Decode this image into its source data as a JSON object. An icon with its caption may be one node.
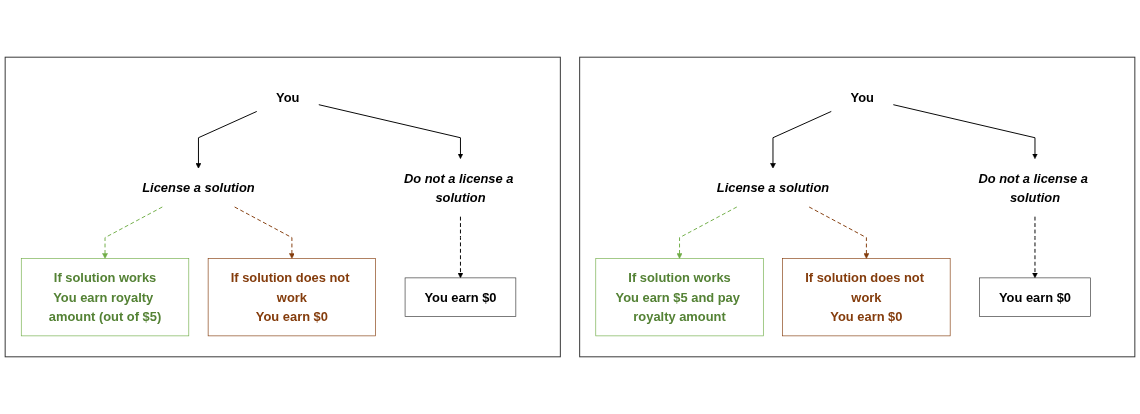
{
  "diagram": {
    "nodes": [
      {
        "text": [],
        "shape": "box"
      },
      {
        "text": [
          "You"
        ],
        "in": 0
      },
      {
        "text": [
          "License a solution"
        ],
        "in": 0
      },
      {
        "text": [
          "Do not a license a solution"
        ],
        "in": 0
      },
      {
        "text": [
          "If solution works",
          "You earn royalty amount (out of $5)"
        ],
        "in": 0
      },
      {
        "text": [
          "If solution does not work",
          "You earn $0"
        ],
        "in": 0
      },
      {
        "text": [
          "You earn $0"
        ],
        "in": 0
      },
      {
        "text": [],
        "shape": "box"
      },
      {
        "text": [
          "You"
        ],
        "in": 7
      },
      {
        "text": [
          "License a solution"
        ],
        "in": 7
      },
      {
        "text": [
          "Do not a license a solution"
        ],
        "in": 7
      },
      {
        "text": [
          "If solution works",
          "You earn $5 and pay royalty amount"
        ],
        "in": 7
      },
      {
        "text": [
          "If solution does not work",
          "You earn $0"
        ],
        "in": 7
      },
      {
        "text": [
          "You earn $0"
        ],
        "in": 7
      }
    ],
    "edges": [
      {
        "from": 1,
        "to": 2,
        "arrow": "to"
      },
      {
        "from": 1,
        "to": 3,
        "arrow": "to"
      },
      {
        "from": 2,
        "to": 4,
        "arrow": "to",
        "style": "dashed",
        "color": "#70ad47"
      },
      {
        "from": 2,
        "to": 5,
        "arrow": "to",
        "style": "dashed",
        "color": "#843c0c"
      },
      {
        "from": 3,
        "to": 6,
        "arrow": "to",
        "style": "dashed"
      },
      {
        "from": 8,
        "to": 9,
        "arrow": "to"
      },
      {
        "from": 8,
        "to": 10,
        "arrow": "to"
      },
      {
        "from": 9,
        "to": 11,
        "arrow": "to",
        "style": "dashed",
        "color": "#70ad47"
      },
      {
        "from": 9,
        "to": 12,
        "arrow": "to",
        "style": "dashed",
        "color": "#843c0c"
      },
      {
        "from": 10,
        "to": 13,
        "arrow": "to",
        "style": "dashed"
      }
    ]
  }
}
